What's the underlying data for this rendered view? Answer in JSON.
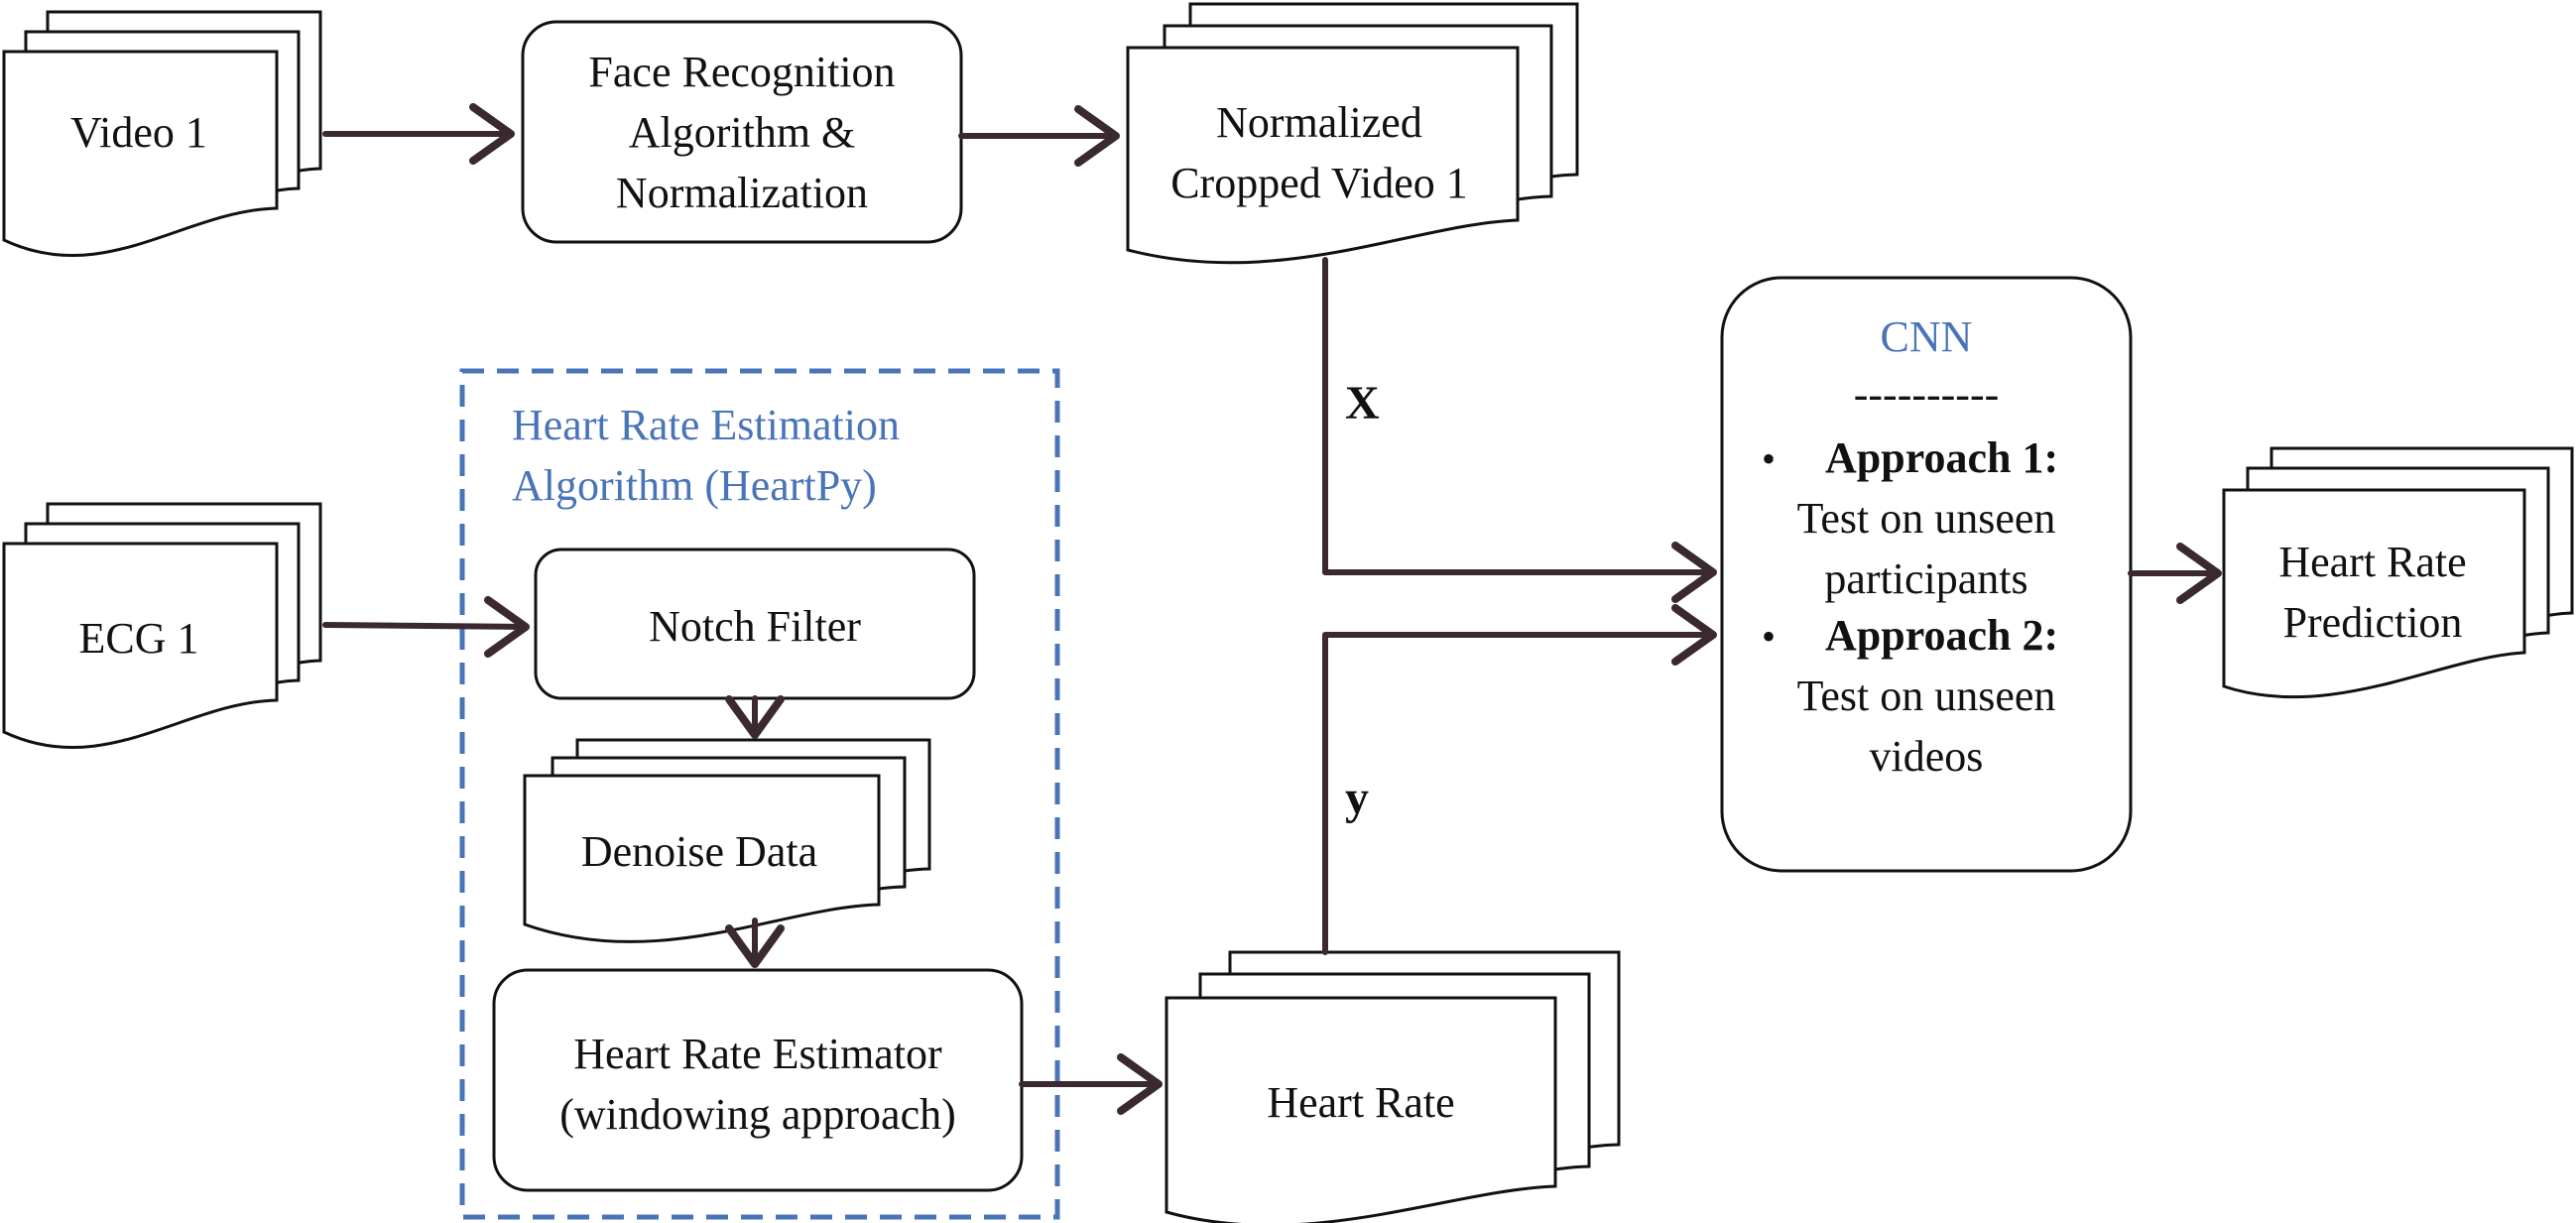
{
  "nodes": {
    "video1": "Video 1",
    "face_recognition": [
      "Face Recognition",
      "Algorithm &",
      "Normalization"
    ],
    "normalized_video": [
      "Normalized",
      "Cropped Video 1"
    ],
    "ecg1": "ECG 1",
    "hr_estimation_group": [
      "Heart Rate Estimation",
      "Algorithm (HeartPy)"
    ],
    "notch_filter": "Notch Filter",
    "denoise_data": "Denoise Data",
    "hr_estimator": [
      "Heart Rate Estimator",
      "(windowing approach)"
    ],
    "heart_rate": "Heart Rate",
    "cnn": {
      "title": "CNN",
      "separator": "----------",
      "bullet": "•",
      "approach1_label": "Approach 1:",
      "approach1_text": [
        "Test on unseen",
        "participants"
      ],
      "approach2_label": "Approach 2:",
      "approach2_text": [
        "Test on unseen",
        "videos"
      ]
    },
    "hr_prediction": [
      "Heart Rate",
      "Prediction"
    ]
  },
  "edge_labels": {
    "x": "X",
    "y": "y"
  },
  "colors": {
    "accent_blue": "#4a74b8",
    "arrow": "#3a2a30",
    "outline": "#111111"
  }
}
